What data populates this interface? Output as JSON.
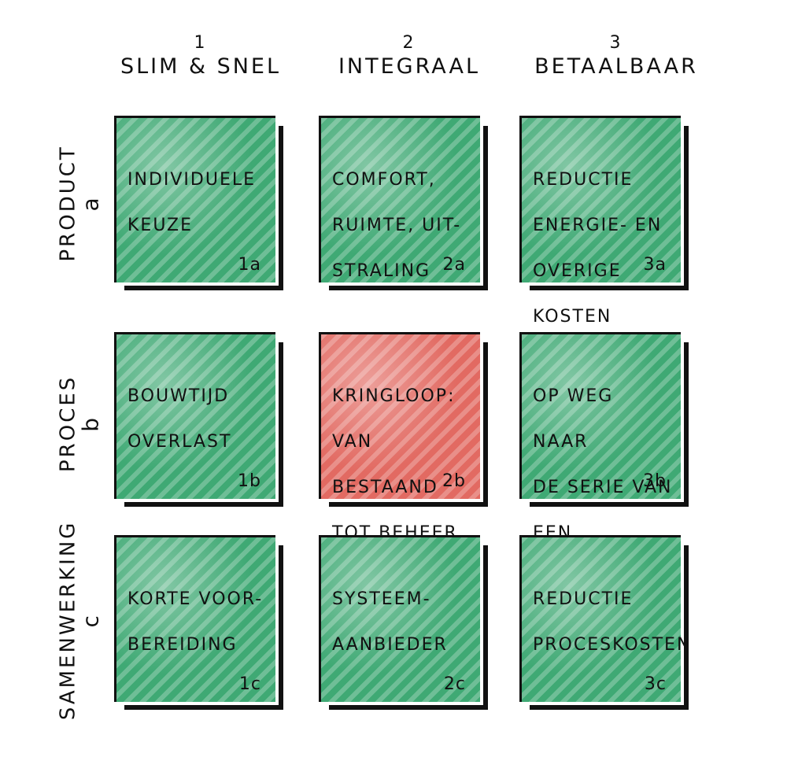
{
  "columns": [
    {
      "num": "1",
      "name": "SLIM & SNEL"
    },
    {
      "num": "2",
      "name": "INTEGRAAL"
    },
    {
      "num": "3",
      "name": "BETAALBAAR"
    }
  ],
  "rows": [
    {
      "name": "PRODUCT",
      "letter": "a"
    },
    {
      "name": "PROCES",
      "letter": "b"
    },
    {
      "name": "SAMENWERKING",
      "letter": "c"
    }
  ],
  "cells": [
    {
      "lines": [
        "INDIVIDUELE",
        "KEUZE"
      ],
      "code": "1a",
      "color": "#3fa974"
    },
    {
      "lines": [
        "COMFORT,",
        "RUIMTE, UIT-",
        "STRALING"
      ],
      "code": "2a",
      "color": "#3fa974"
    },
    {
      "lines": [
        "REDUCTIE",
        "ENERGIE- EN",
        "OVERIGE KOSTEN"
      ],
      "code": "3a",
      "color": "#3fa974"
    },
    {
      "lines": [
        "BOUWTIJD",
        "OVERLAST"
      ],
      "code": "1b",
      "color": "#3fa974"
    },
    {
      "lines": [
        "KRINGLOOP:",
        "VAN BESTAAND",
        "TOT BEHEER"
      ],
      "code": "2b",
      "color": "#e26a62"
    },
    {
      "lines": [
        "OP WEG NAAR",
        "DE SERIE VAN",
        "EEN"
      ],
      "code": "3b",
      "color": "#3fa974"
    },
    {
      "lines": [
        "KORTE VOOR-",
        "BEREIDING"
      ],
      "code": "1c",
      "color": "#3fa974"
    },
    {
      "lines": [
        "SYSTEEM-",
        "AANBIEDER"
      ],
      "code": "2c",
      "color": "#3fa974"
    },
    {
      "lines": [
        "REDUCTIE",
        "PROCESKOSTEN"
      ],
      "code": "3c",
      "color": "#3fa974"
    }
  ]
}
